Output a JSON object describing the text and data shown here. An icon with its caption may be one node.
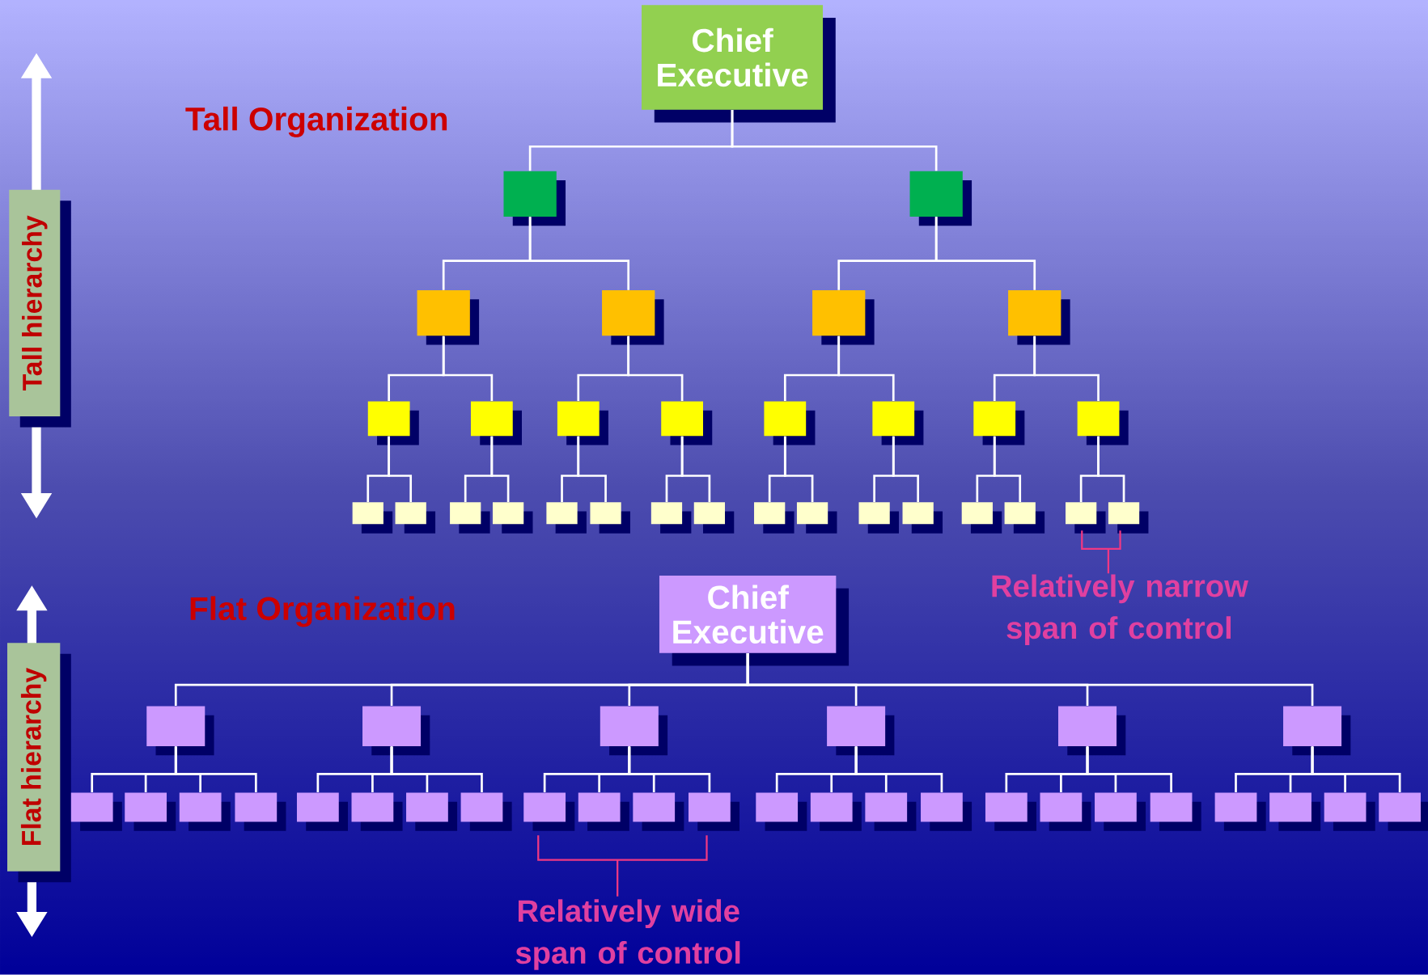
{
  "diagram": {
    "nodes": [
      {
        "text": [
          "Tall hierarchy"
        ]
      },
      {
        "text": [
          "Chief Executive"
        ]
      },
      {
        "text": [],
        "shape": "box"
      },
      {
        "text": [],
        "shape": "box"
      },
      {
        "text": [],
        "shape": "box"
      },
      {
        "text": [],
        "shape": "box"
      },
      {
        "text": [],
        "shape": "box"
      },
      {
        "text": [],
        "shape": "box"
      },
      {
        "text": [],
        "shape": "box"
      },
      {
        "text": [],
        "shape": "box"
      },
      {
        "text": [],
        "shape": "box"
      },
      {
        "text": [],
        "shape": "box"
      },
      {
        "text": [],
        "shape": "box"
      },
      {
        "text": [],
        "shape": "box"
      },
      {
        "text": [],
        "shape": "box"
      },
      {
        "text": [],
        "shape": "box"
      },
      {
        "text": [],
        "shape": "box"
      },
      {
        "text": [],
        "shape": "box"
      },
      {
        "text": [],
        "shape": "box"
      },
      {
        "text": [],
        "shape": "box"
      },
      {
        "text": [],
        "shape": "box"
      },
      {
        "text": [],
        "shape": "box"
      },
      {
        "text": [],
        "shape": "box"
      },
      {
        "text": [],
        "shape": "box"
      },
      {
        "text": [],
        "shape": "box"
      },
      {
        "text": [],
        "shape": "box"
      },
      {
        "text": [],
        "shape": "box"
      },
      {
        "text": [],
        "shape": "box"
      },
      {
        "text": [],
        "shape": "box"
      },
      {
        "text": [],
        "shape": "box"
      },
      {
        "text": [],
        "shape": "box"
      },
      {
        "text": [],
        "shape": "box"
      },
      {
        "text": [
          "Flat hierarchy"
        ]
      },
      {
        "text": [
          "Chief Executive"
        ]
      },
      {
        "text": [],
        "shape": "box"
      },
      {
        "text": [],
        "shape": "box"
      },
      {
        "text": [],
        "shape": "box"
      },
      {
        "text": [],
        "shape": "box"
      },
      {
        "text": [],
        "shape": "box"
      },
      {
        "text": [],
        "shape": "box"
      },
      {
        "text": [],
        "shape": "box"
      },
      {
        "text": [],
        "shape": "box"
      },
      {
        "text": [],
        "shape": "box"
      },
      {
        "text": [],
        "shape": "box"
      },
      {
        "text": [],
        "shape": "box"
      },
      {
        "text": [],
        "shape": "box"
      },
      {
        "text": [],
        "shape": "box"
      },
      {
        "text": [],
        "shape": "box"
      },
      {
        "text": [],
        "shape": "box"
      },
      {
        "text": [],
        "shape": "box"
      },
      {
        "text": [],
        "shape": "box"
      },
      {
        "text": [],
        "shape": "box"
      },
      {
        "text": [],
        "shape": "box"
      },
      {
        "text": [],
        "shape": "box"
      },
      {
        "text": [],
        "shape": "box"
      },
      {
        "text": [],
        "shape": "box"
      },
      {
        "text": [],
        "shape": "box"
      },
      {
        "text": [],
        "shape": "box"
      },
      {
        "text": [],
        "shape": "box"
      },
      {
        "text": [],
        "shape": "box"
      },
      {
        "text": [],
        "shape": "box"
      },
      {
        "text": [],
        "shape": "box"
      },
      {
        "text": [],
        "shape": "box"
      },
      {
        "text": [],
        "shape": "box"
      }
    ],
    "edges": [
      {
        "from": 1,
        "to": 2,
        "arrow": "none"
      },
      {
        "from": 1,
        "to": 3,
        "arrow": "none"
      },
      {
        "from": 2,
        "to": 4,
        "arrow": "none"
      },
      {
        "from": 2,
        "to": 5,
        "arrow": "none"
      },
      {
        "from": 3,
        "to": 6,
        "arrow": "none"
      },
      {
        "from": 3,
        "to": 7,
        "arrow": "none"
      },
      {
        "from": 4,
        "to": 8,
        "arrow": "none"
      },
      {
        "from": 4,
        "to": 9,
        "arrow": "none"
      },
      {
        "from": 5,
        "to": 10,
        "arrow": "none"
      },
      {
        "from": 5,
        "to": 11,
        "arrow": "none"
      },
      {
        "from": 6,
        "to": 12,
        "arrow": "none"
      },
      {
        "from": 6,
        "to": 13,
        "arrow": "none"
      },
      {
        "from": 7,
        "to": 14,
        "arrow": "none"
      },
      {
        "from": 7,
        "to": 15,
        "arrow": "none"
      },
      {
        "from": 8,
        "to": 16,
        "arrow": "none"
      },
      {
        "from": 8,
        "to": 17,
        "arrow": "none"
      },
      {
        "from": 9,
        "to": 18,
        "arrow": "none"
      },
      {
        "from": 9,
        "to": 19,
        "arrow": "none"
      },
      {
        "from": 10,
        "to": 20,
        "arrow": "none"
      },
      {
        "from": 10,
        "to": 21,
        "arrow": "none"
      },
      {
        "from": 11,
        "to": 22,
        "arrow": "none"
      },
      {
        "from": 11,
        "to": 23,
        "arrow": "none"
      },
      {
        "from": 12,
        "to": 24,
        "arrow": "none"
      },
      {
        "from": 12,
        "to": 25,
        "arrow": "none"
      },
      {
        "from": 13,
        "to": 26,
        "arrow": "none"
      },
      {
        "from": 13,
        "to": 27,
        "arrow": "none"
      },
      {
        "from": 14,
        "to": 28,
        "arrow": "none"
      },
      {
        "from": 14,
        "to": 29,
        "arrow": "none"
      },
      {
        "from": 15,
        "to": 30,
        "arrow": "none"
      },
      {
        "from": 15,
        "to": 31,
        "arrow": "none"
      },
      {
        "from": 33,
        "to": 34,
        "arrow": "none"
      },
      {
        "from": 33,
        "to": 35,
        "arrow": "none"
      },
      {
        "from": 33,
        "to": 36,
        "arrow": "none"
      },
      {
        "from": 33,
        "to": 37,
        "arrow": "none"
      },
      {
        "from": 33,
        "to": 38,
        "arrow": "none"
      },
      {
        "from": 33,
        "to": 39,
        "arrow": "none"
      },
      {
        "from": 34,
        "to": 40,
        "arrow": "none"
      },
      {
        "from": 34,
        "to": 41,
        "arrow": "none"
      },
      {
        "from": 34,
        "to": 42,
        "arrow": "none"
      },
      {
        "from": 34,
        "to": 43,
        "arrow": "none"
      },
      {
        "from": 35,
        "to": 44,
        "arrow": "none"
      },
      {
        "from": 35,
        "to": 45,
        "arrow": "none"
      },
      {
        "from": 35,
        "to": 46,
        "arrow": "none"
      },
      {
        "from": 35,
        "to": 47,
        "arrow": "none"
      },
      {
        "from": 36,
        "to": 48,
        "arrow": "none"
      },
      {
        "from": 36,
        "to": 49,
        "arrow": "none"
      },
      {
        "from": 36,
        "to": 50,
        "arrow": "none"
      },
      {
        "from": 36,
        "to": 51,
        "arrow": "none"
      },
      {
        "from": 37,
        "to": 52,
        "arrow": "none"
      },
      {
        "from": 37,
        "to": 53,
        "arrow": "none"
      },
      {
        "from": 37,
        "to": 54,
        "arrow": "none"
      },
      {
        "from": 37,
        "to": 55,
        "arrow": "none"
      },
      {
        "from": 38,
        "to": 56,
        "arrow": "none"
      },
      {
        "from": 38,
        "to": 57,
        "arrow": "none"
      },
      {
        "from": 38,
        "to": 58,
        "arrow": "none"
      },
      {
        "from": 38,
        "to": 59,
        "arrow": "none"
      },
      {
        "from": 39,
        "to": 60,
        "arrow": "none"
      },
      {
        "from": 39,
        "to": 61,
        "arrow": "none"
      },
      {
        "from": 39,
        "to": 62,
        "arrow": "none"
      },
      {
        "from": 39,
        "to": 63,
        "arrow": "none"
      }
    ],
    "labels": [
      "Tall Organization",
      "Relatively narrow span of control",
      "Flat Organization",
      "Relatively wide span of control"
    ]
  }
}
